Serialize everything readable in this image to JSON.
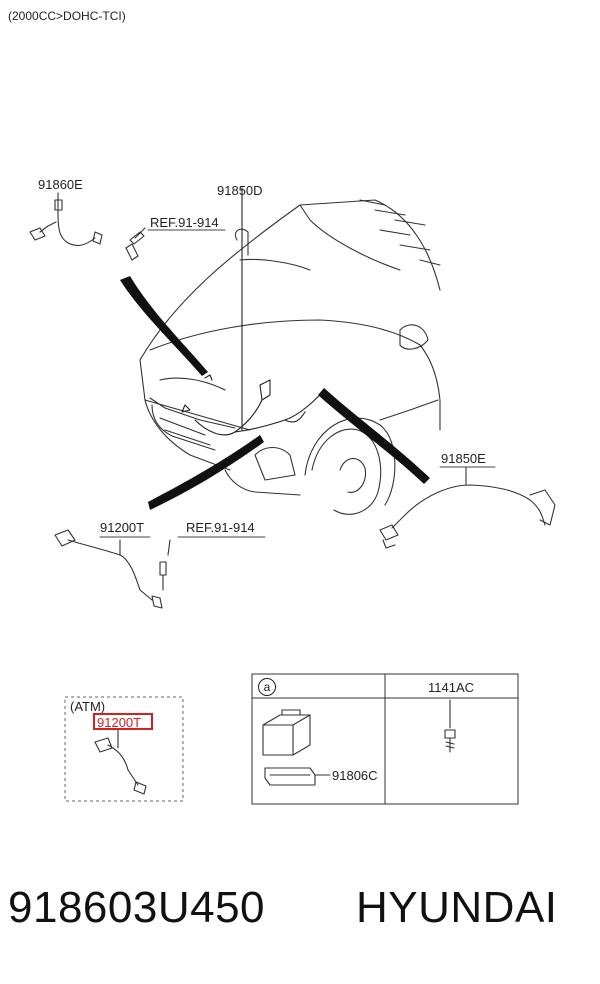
{
  "header": {
    "engine_spec": "(2000CC>DOHC-TCI)"
  },
  "callouts": {
    "c91860E": "91860E",
    "c91850D": "91850D",
    "ref_top": "REF.91-914",
    "c91850E": "91850E",
    "c91200T": "91200T",
    "ref_bottom": "REF.91-914"
  },
  "atm_box": {
    "title": "(ATM)",
    "part": "91200T"
  },
  "detail_table": {
    "col_a": "a",
    "col_b": "1141AC",
    "item": "91806C"
  },
  "footer": {
    "part_number": "918603U450",
    "brand": "HYUNDAI"
  },
  "colors": {
    "highlight": "#d32020",
    "line": "#222222"
  }
}
